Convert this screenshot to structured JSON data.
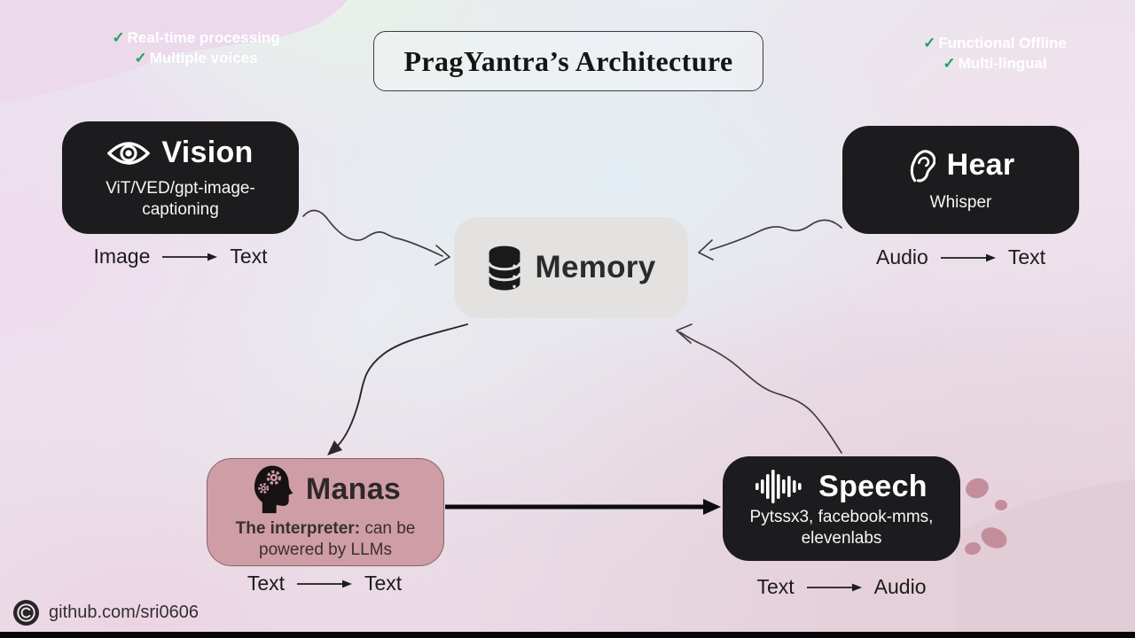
{
  "title": "PragYantra’s Architecture",
  "badges": {
    "check": "✓",
    "left": {
      "line1": "Real-time processing",
      "line2": "Multiple voices"
    },
    "right": {
      "line1": "Functional Offline",
      "line2": "Multi-lingual"
    }
  },
  "nodes": {
    "vision": {
      "title": "Vision",
      "subtitle": "ViT/VED/gpt-image-captioning",
      "icon": "eye-icon",
      "input": "Image",
      "output": "Text"
    },
    "hear": {
      "title": "Hear",
      "subtitle": "Whisper",
      "icon": "ear-icon",
      "input": "Audio",
      "output": "Text"
    },
    "memory": {
      "title": "Memory",
      "icon": "database-icon"
    },
    "manas": {
      "title": "Manas",
      "subtitle_bold": "The interpreter:",
      "subtitle_rest": " can be powered by LLMs",
      "icon": "head-gears-icon",
      "input": "Text",
      "output": "Text"
    },
    "speech": {
      "title": "Speech",
      "subtitle": "Pytssx3, facebook-mms, elevenlabs",
      "icon": "waveform-icon",
      "input": "Text",
      "output": "Audio"
    }
  },
  "footer": {
    "repo": "github.com/sri0606",
    "icon": "copyright-icon"
  },
  "colors": {
    "accent_green": "#1da35e",
    "dark_box": "#1c1c1e",
    "memory_box": "#e4e2e1",
    "manas_box": "#cf9da5",
    "dot_pink": "#c48d9b",
    "blob_top_left": "#ecd9ec",
    "blob_bottom_right": "#e2ccd6"
  }
}
